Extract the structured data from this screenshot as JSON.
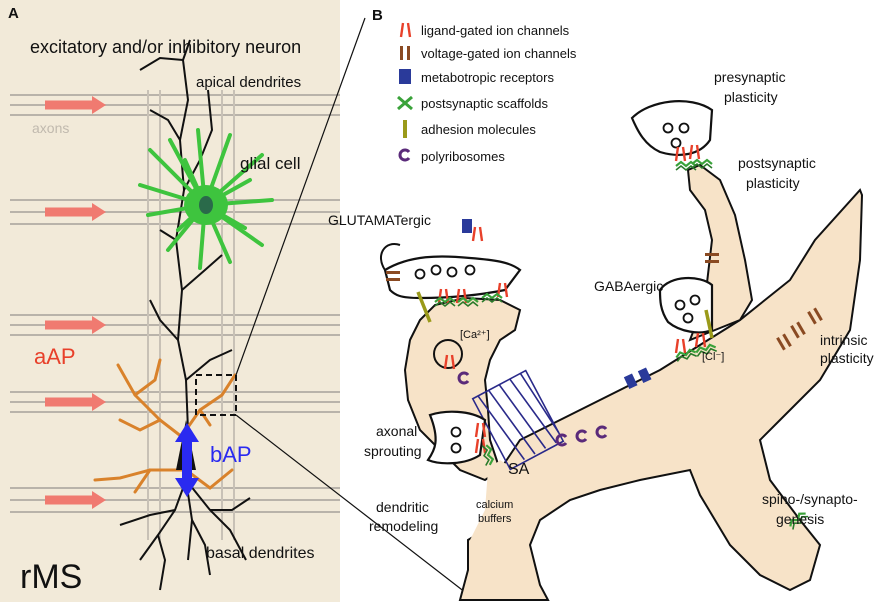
{
  "panel_a": {
    "letter": "A",
    "neuron_title": "excitatory and/or inhibitory neuron",
    "apical_dendrites": "apical dendrites",
    "axons": "axons",
    "glial_cell": "glial cell",
    "aap": "aAP",
    "bap": "bAP",
    "basal_dendrites": "basal dendrites",
    "rms": "rMS"
  },
  "panel_b": {
    "letter": "B",
    "legend": [
      {
        "icon": "ligand-gated-channel-icon",
        "label": "ligand-gated ion channels"
      },
      {
        "icon": "voltage-gated-channel-icon",
        "label": "voltage-gated ion channels"
      },
      {
        "icon": "metabotropic-receptor-icon",
        "label": "metabotropic receptors"
      },
      {
        "icon": "scaffold-icon",
        "label": "postsynaptic scaffolds"
      },
      {
        "icon": "adhesion-molecule-icon",
        "label": "adhesion molecules"
      },
      {
        "icon": "polyribosome-icon",
        "label": "polyribosomes"
      }
    ],
    "presynaptic_1": "presynaptic",
    "presynaptic_2": "plasticity",
    "postsynaptic_1": "postsynaptic",
    "postsynaptic_2": "plasticity",
    "glutamatergic": "GLUTAMATergic",
    "gabaergic": "GABAergic",
    "ca": "[Ca²⁺]",
    "cl": "[Cl⁻]",
    "intrinsic_1": "intrinsic",
    "intrinsic_2": "plasticity",
    "axonal_1": "axonal",
    "axonal_2": "sprouting",
    "sa": "SA",
    "dendritic_1": "dendritic",
    "dendritic_2": "remodeling",
    "calcium_1": "calcium",
    "calcium_2": "buffers",
    "spino_1": "spino-/synapto-",
    "spino_2": "genesis"
  },
  "colors": {
    "panel_a_bg": "#f2ead9",
    "dendrite_body": "#f7e3c8",
    "ligand": "#e8402a",
    "voltage": "#8a4a22",
    "metabotropic": "#2a3a9a",
    "scaffold": "#3aa23a",
    "adhesion": "#9a9a1a",
    "polyribosome": "#5a2a7a",
    "glia": "#3ec43e",
    "orange_dendrite": "#d9822b",
    "arrow_red": "#f07a70",
    "bap_blue": "#2a2af0",
    "aap_red": "#e8402a"
  }
}
